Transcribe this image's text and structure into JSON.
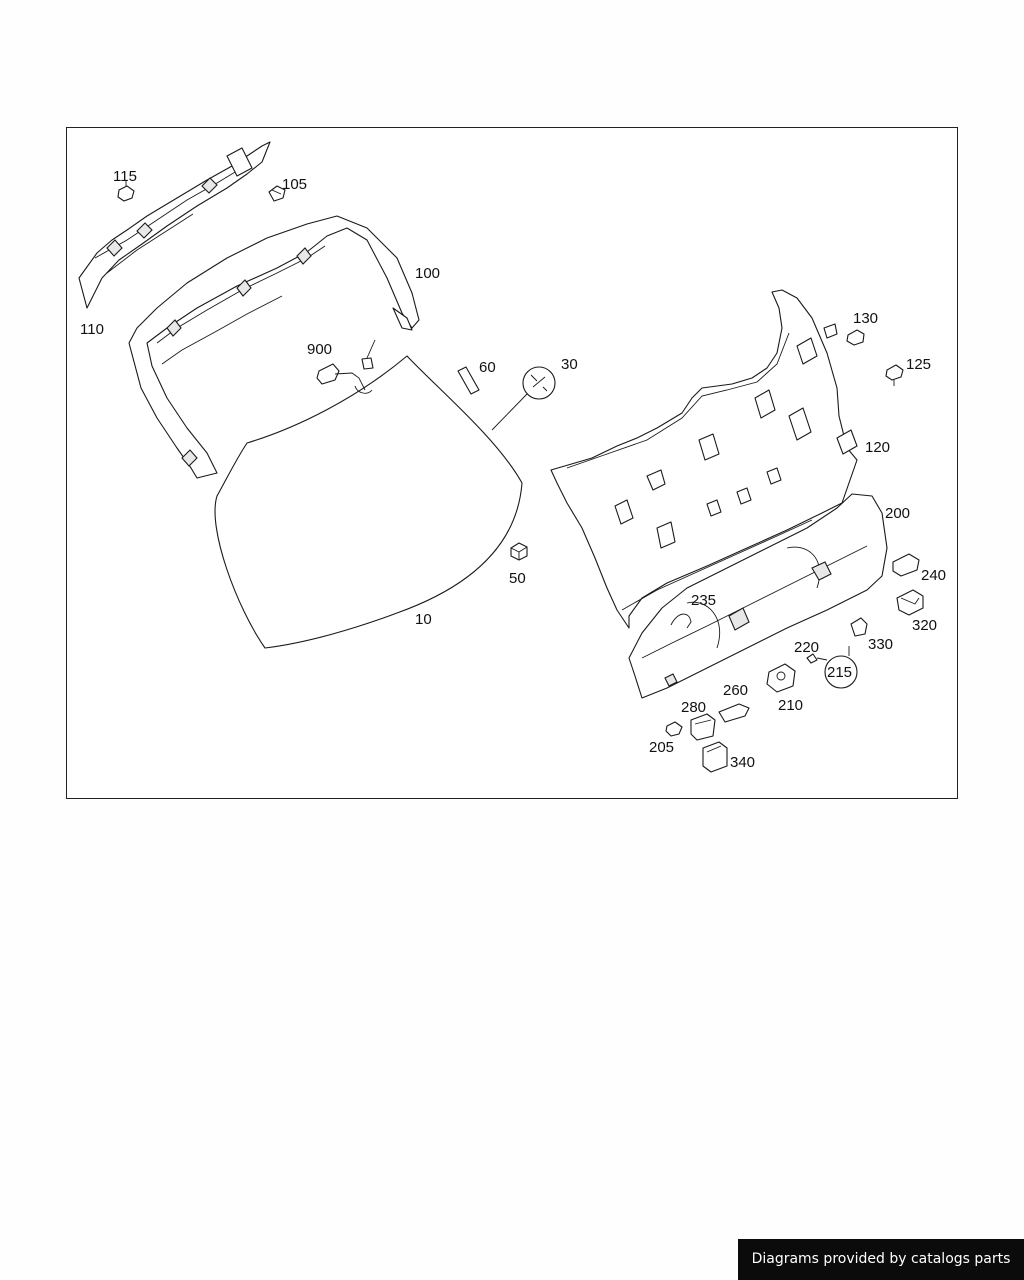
{
  "diagram": {
    "callouts": [
      {
        "id": "115",
        "text": "115"
      },
      {
        "id": "105",
        "text": "105"
      },
      {
        "id": "100",
        "text": "100"
      },
      {
        "id": "110",
        "text": "110"
      },
      {
        "id": "900",
        "text": "900"
      },
      {
        "id": "60",
        "text": "60"
      },
      {
        "id": "30",
        "text": "30"
      },
      {
        "id": "50",
        "text": "50"
      },
      {
        "id": "10",
        "text": "10"
      },
      {
        "id": "130",
        "text": "130"
      },
      {
        "id": "125",
        "text": "125"
      },
      {
        "id": "120",
        "text": "120"
      },
      {
        "id": "200",
        "text": "200"
      },
      {
        "id": "240",
        "text": "240"
      },
      {
        "id": "235",
        "text": "235"
      },
      {
        "id": "320",
        "text": "320"
      },
      {
        "id": "220",
        "text": "220"
      },
      {
        "id": "330",
        "text": "330"
      },
      {
        "id": "215",
        "text": "215"
      },
      {
        "id": "260",
        "text": "260"
      },
      {
        "id": "210",
        "text": "210"
      },
      {
        "id": "280",
        "text": "280"
      },
      {
        "id": "205",
        "text": "205"
      },
      {
        "id": "340",
        "text": "340"
      }
    ]
  },
  "footer": {
    "credit_text": "Diagrams provided by catalogs parts"
  }
}
